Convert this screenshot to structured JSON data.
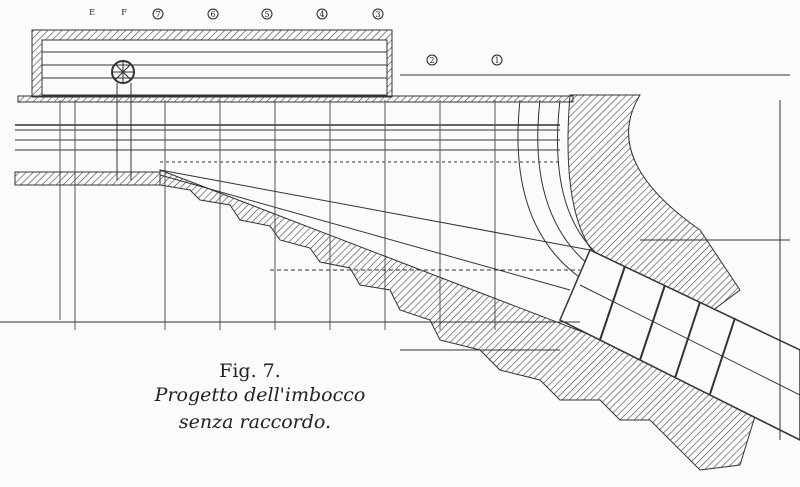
{
  "caption": {
    "figure": "Fig. 7.",
    "title_line1": "Progetto dell'imbocco",
    "title_line2": "senza raccordo."
  },
  "section_marks": [
    "E",
    "F"
  ],
  "circled_markers": [
    "7",
    "6",
    "5",
    "4",
    "3",
    "2",
    "1"
  ]
}
